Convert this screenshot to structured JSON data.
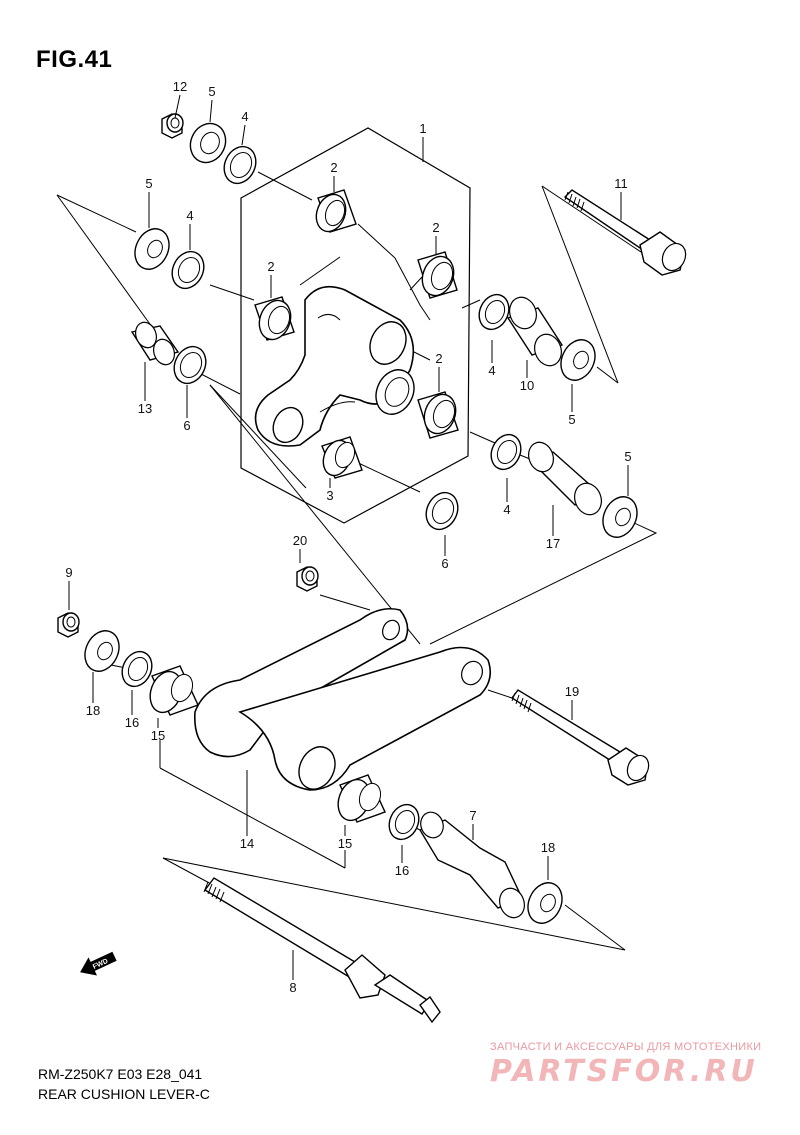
{
  "figure": {
    "title": "FIG.41",
    "code": "RM-Z250K7 E03 E28_041",
    "description": "REAR CUSHION LEVER-C"
  },
  "fwd_label": "FWD",
  "watermark": {
    "tagline": "ЗАПЧАСТИ И АКСЕССУАРЫ ДЛЯ МОТОТЕХНИКИ",
    "logo": "PARTSFOR.RU",
    "color": "#e8868d"
  },
  "part_labels": [
    {
      "id": "12"
    },
    {
      "id": "5"
    },
    {
      "id": "4"
    },
    {
      "id": "1"
    },
    {
      "id": "5"
    },
    {
      "id": "4"
    },
    {
      "id": "2"
    },
    {
      "id": "11"
    },
    {
      "id": "2"
    },
    {
      "id": "2"
    },
    {
      "id": "2"
    },
    {
      "id": "4"
    },
    {
      "id": "10"
    },
    {
      "id": "5"
    },
    {
      "id": "13"
    },
    {
      "id": "6"
    },
    {
      "id": "3"
    },
    {
      "id": "4"
    },
    {
      "id": "17"
    },
    {
      "id": "5"
    },
    {
      "id": "6"
    },
    {
      "id": "20"
    },
    {
      "id": "9"
    },
    {
      "id": "18"
    },
    {
      "id": "16"
    },
    {
      "id": "15"
    },
    {
      "id": "19"
    },
    {
      "id": "14"
    },
    {
      "id": "15"
    },
    {
      "id": "7"
    },
    {
      "id": "16"
    },
    {
      "id": "18"
    },
    {
      "id": "8"
    }
  ]
}
